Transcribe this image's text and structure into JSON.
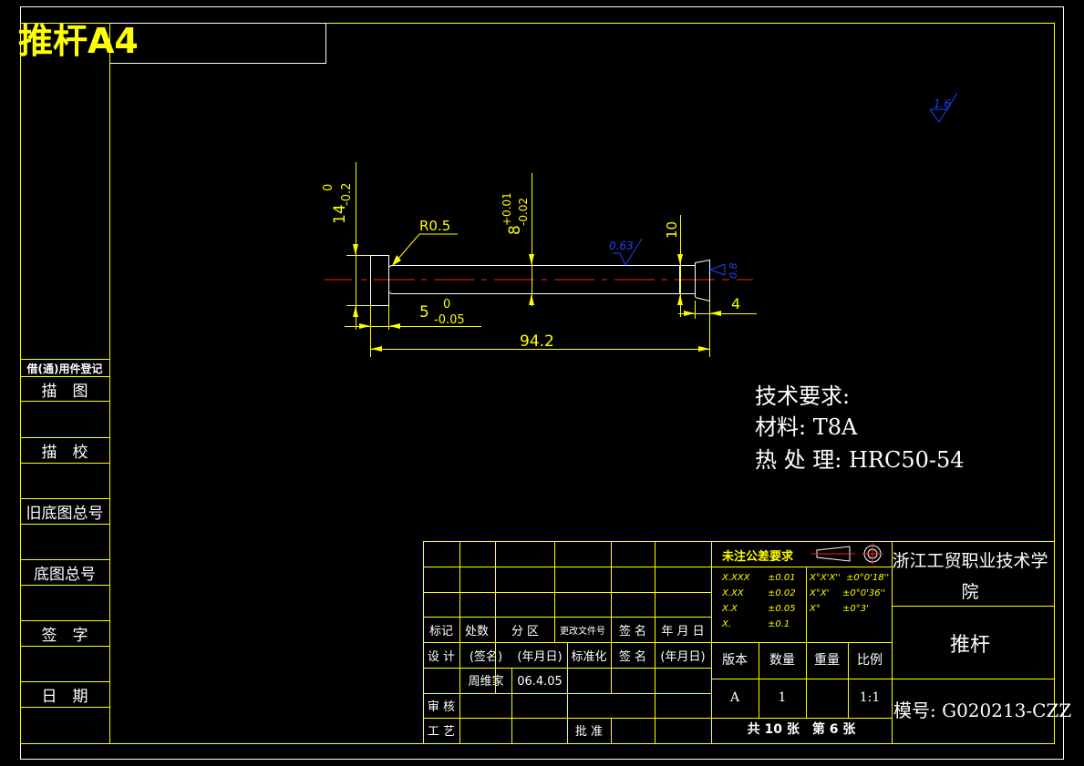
{
  "sheet_title": "推杆A4",
  "drawing": {
    "dim_head_dia": "14",
    "dim_head_tol_up": "0",
    "dim_head_tol_low": "-0.2",
    "dim_shank_dia": "8",
    "dim_shank_tol_up": "+0.01",
    "dim_shank_tol_low": "-0.02",
    "dim_radius": "R0.5",
    "dim_head_len": "5",
    "dim_head_len_tol_up": "0",
    "dim_head_len_tol_low": "-0.05",
    "dim_total_len": "94.2",
    "dim_tip_dia": "10",
    "dim_tip_len": "4",
    "rough_shank": "0.63",
    "rough_tip": "0.8",
    "rough_general": "1.6"
  },
  "tech_requirements": {
    "title": "技术要求:",
    "material": "材料: T8A",
    "heat_treatment": "热 处 理: HRC50-54"
  },
  "left_column": {
    "items": [
      "借(通)用件登记",
      "描　图",
      "描　校",
      "旧底图总号",
      "底图总号",
      "签　字",
      "日　期"
    ]
  },
  "title_block": {
    "rev_headers": [
      "标记",
      "处数",
      "分 区",
      "更改文件号",
      "签 名",
      "年 月 日"
    ],
    "design_headers": [
      "设 计",
      "(签名)",
      "(年月日)",
      "标准化",
      "签 名",
      "(年月日)"
    ],
    "designer": "周维家",
    "design_date": "06.4.05",
    "review": "审 核",
    "process": "工 艺",
    "approve": "批 准",
    "tolerance_title": "未注公差要求",
    "tolerances_linear": [
      {
        "fmt": "X.XXX",
        "val": "±0.01"
      },
      {
        "fmt": "X.XX",
        "val": "±0.02"
      },
      {
        "fmt": "X.X",
        "val": "±0.05"
      },
      {
        "fmt": "X.",
        "val": "±0.1"
      }
    ],
    "tolerances_angular": [
      {
        "fmt": "X°X'X''",
        "val": "±0°0'18''"
      },
      {
        "fmt": "X°X'",
        "val": "±0°0'36''"
      },
      {
        "fmt": "X°",
        "val": "±0°3'"
      }
    ],
    "meta_headers": [
      "版本",
      "数量",
      "重量",
      "比例"
    ],
    "meta_values": [
      "A",
      "1",
      "",
      "1:1"
    ],
    "sheet_count": "共 10 张　第 6 张",
    "school": "浙江工贸职业技术学院",
    "part_name": "推杆",
    "model_no": "模号: G020213-CZZ"
  }
}
